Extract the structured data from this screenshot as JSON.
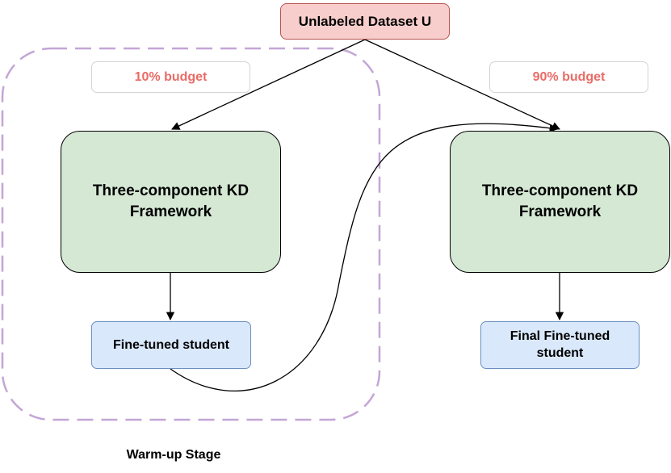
{
  "nodes": {
    "dataset": "Unlabeled Dataset U",
    "kd_left": "Three-component KD Framework",
    "kd_right": "Three-component KD Framework",
    "student_left": "Fine-tuned student",
    "student_right": "Final Fine-tuned student"
  },
  "labels": {
    "budget_10": "10% budget",
    "budget_90": "90% budget",
    "stage": "Warm-up Stage"
  },
  "colors": {
    "dataset_fill": "#f8cecc",
    "kd_fill": "#d5e8d4",
    "student_fill": "#dae8fc",
    "budget_text": "#ea6b66",
    "stage_border": "#c3a6d6"
  }
}
